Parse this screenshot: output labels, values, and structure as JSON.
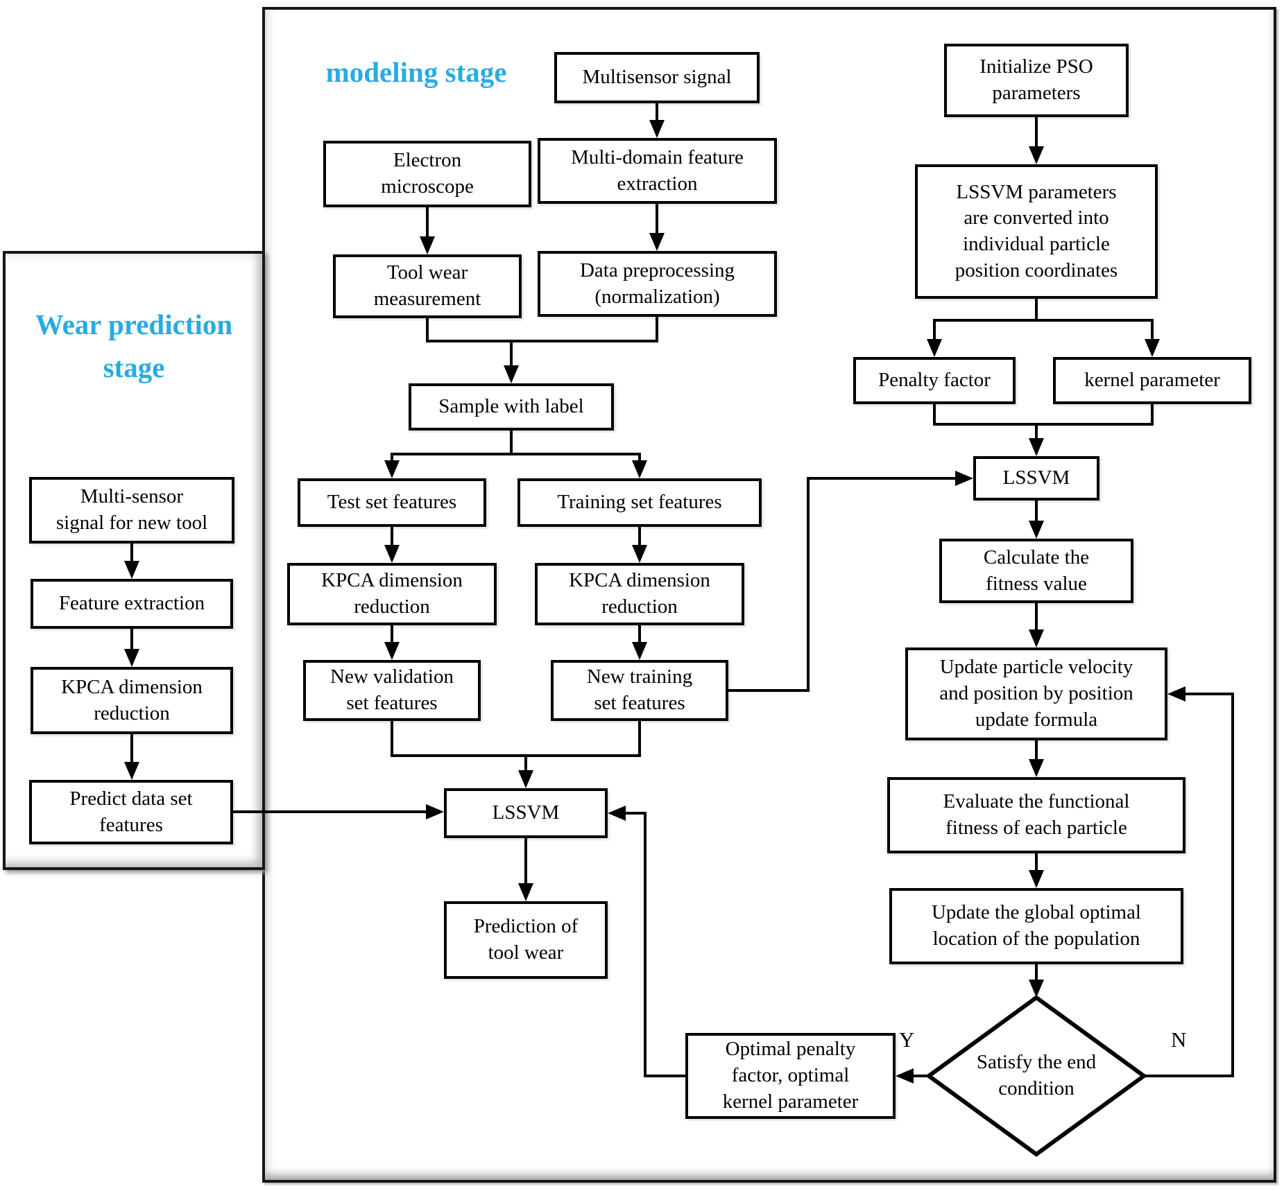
{
  "stage_labels": {
    "left_panel": "Wear prediction\nstage",
    "main_panel": "modeling stage"
  },
  "colors": {
    "accent": "#29ABE2",
    "line": "#000000"
  },
  "nodes": {
    "multisensor_signal": "Multisensor signal",
    "electron_microscope": "Electron\nmicroscope",
    "multi_domain_extraction": "Multi-domain feature\nextraction",
    "tool_wear_measurement": "Tool wear\nmeasurement",
    "data_preprocessing": "Data preprocessing\n(normalization)",
    "sample_with_label": "Sample with label",
    "test_set_features": "Test set features",
    "training_set_features": "Training set features",
    "kpca_test": "KPCA dimension\nreduction",
    "kpca_train": "KPCA dimension\nreduction",
    "new_validation_features": "New validation\nset features",
    "new_training_features": "New training\nset features",
    "lssvm_mid": "LSSVM",
    "prediction_tool_wear": "Prediction of\ntool wear",
    "initialize_pso": "Initialize PSO\nparameters",
    "lssvm_parameters": "LSSVM parameters\nare converted into\nindividual particle\nposition coordinates",
    "penalty_factor": "Penalty factor",
    "kernel_parameter": "kernel parameter",
    "lssvm_right": "LSSVM",
    "calculate_fitness": "Calculate the\nfitness value",
    "update_velocity": "Update particle velocity\nand position by position\nupdate formula",
    "evaluate_fitness": "Evaluate the functional\nfitness of each particle",
    "update_global": "Update the global optimal\nlocation of the population",
    "optimal_parameters": "Optimal penalty\nfactor, optimal\nkernel parameter",
    "multi_sensor_new_tool": "Multi-sensor\nsignal for new tool",
    "feature_extraction": "Feature extraction",
    "kpca_left": "KPCA dimension\nreduction",
    "predict_dataset_features": "Predict data set\nfeatures"
  },
  "decision": {
    "label": "Satisfy the end\ncondition",
    "yes_label": "Y",
    "no_label": "N"
  }
}
